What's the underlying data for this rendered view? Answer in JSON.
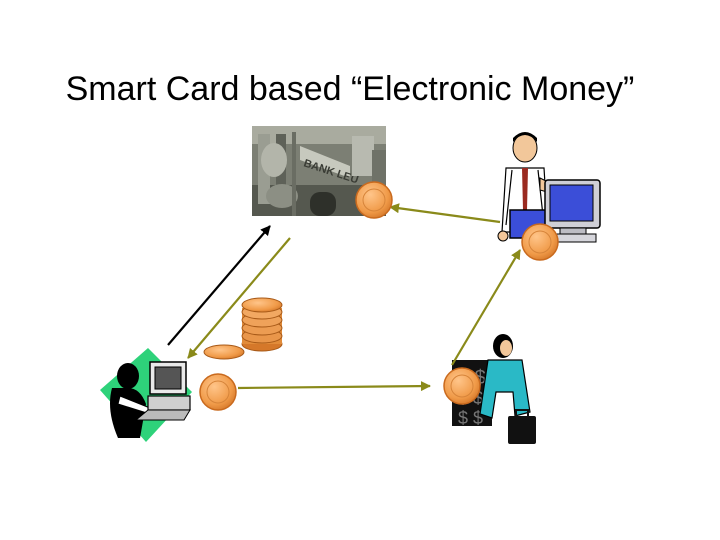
{
  "slide": {
    "title": "Smart Card based “Electronic Money”"
  },
  "bank_image": {
    "sign_text": "BANK LEU",
    "icon": "bank-building-photo"
  },
  "merchant": {
    "icon": "businessman-with-computer"
  },
  "customer": {
    "icon": "person-at-computer"
  },
  "shopper": {
    "icon": "businesswoman-with-briefcase",
    "sign_text": "$ $ $"
  },
  "colors": {
    "coin": "#f0a050",
    "coin_edge": "#c96a1e",
    "arrow_olive": "#8a8a1a",
    "arrow_black": "#000000",
    "green_tile": "#2ed27a",
    "monitor_blue": "#3b4ed8",
    "teal": "#2ab9c6"
  }
}
